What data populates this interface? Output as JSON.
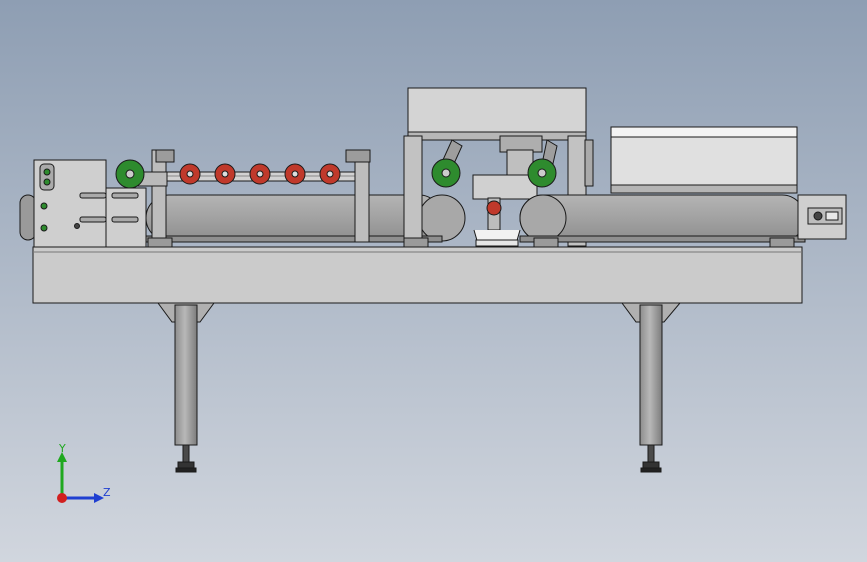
{
  "viewport": {
    "background_top": "#8e9eb3",
    "background_bottom": "#d1d6de"
  },
  "model": {
    "metal_color": "#c8c8c8",
    "metal_dark": "#9a9a9a",
    "outline_color": "#1a1a1a",
    "roller_green": "#2e8b2e",
    "roller_red": "#c0392b",
    "red_roller_count": 5
  },
  "triad": {
    "y_label": "Y",
    "z_label": "Z",
    "y_color": "#1fa81f",
    "z_color": "#1f3fd1",
    "x_color": "#d11f1f"
  }
}
